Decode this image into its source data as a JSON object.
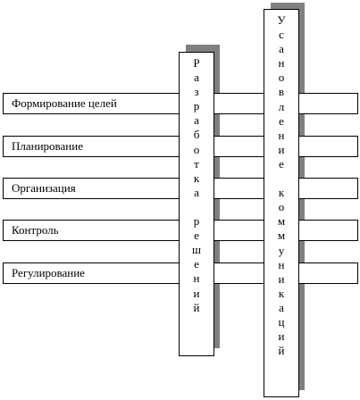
{
  "functions": [
    {
      "label": "Формирование целей"
    },
    {
      "label": "Планирование"
    },
    {
      "label": "Организация"
    },
    {
      "label": "Контроль"
    },
    {
      "label": "Регулирование"
    }
  ],
  "columns": {
    "decisions": {
      "letters": [
        "Р",
        "а",
        "з",
        "р",
        "а",
        "б",
        "о",
        "т",
        "к",
        "а",
        " ",
        "р",
        "е",
        "ш",
        "е",
        "н",
        "и",
        "й"
      ]
    },
    "communications": {
      "letters": [
        "У",
        "с",
        "а",
        "н",
        "о",
        "в",
        "л",
        "е",
        "н",
        "и",
        "е",
        " ",
        "к",
        "о",
        "м",
        "м",
        "у",
        "н",
        "и",
        "к",
        "а",
        "ц",
        "и",
        "й"
      ]
    }
  },
  "colors": {
    "shadow": "#808080",
    "border": "#000000",
    "fill": "#ffffff"
  }
}
